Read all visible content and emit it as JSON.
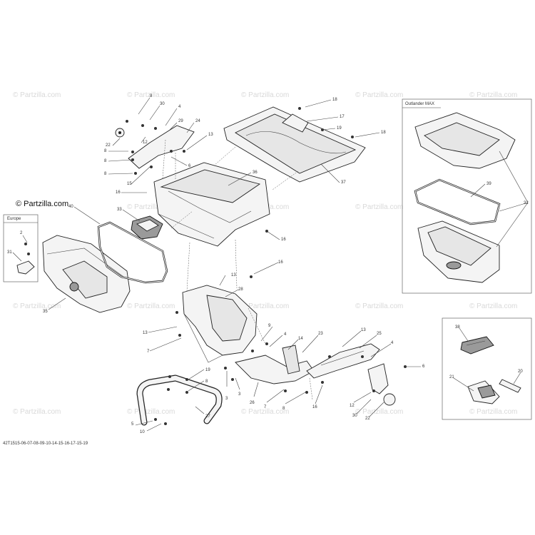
{
  "brand": "© Partzilla.com",
  "watermark": "© Partzilla.com",
  "diagram_code": "42T1515-06-07-08-09-10-14-15-16-17-15-19",
  "box_labels": {
    "europe": "Europe",
    "outlander_max": "Outlander MAX"
  },
  "callouts": [
    {
      "id": "c8a",
      "text": "8"
    },
    {
      "id": "c30a",
      "text": "30"
    },
    {
      "id": "c4a",
      "text": "4"
    },
    {
      "id": "c29",
      "text": "29"
    },
    {
      "id": "c24",
      "text": "24"
    },
    {
      "id": "c22a",
      "text": "22"
    },
    {
      "id": "c12a",
      "text": "12"
    },
    {
      "id": "c8b",
      "text": "8"
    },
    {
      "id": "c8c",
      "text": "8"
    },
    {
      "id": "c8d",
      "text": "8"
    },
    {
      "id": "c13a",
      "text": "13"
    },
    {
      "id": "c6a",
      "text": "6"
    },
    {
      "id": "c15a",
      "text": "15"
    },
    {
      "id": "c16a",
      "text": "16"
    },
    {
      "id": "c40",
      "text": "40"
    },
    {
      "id": "c33",
      "text": "33"
    },
    {
      "id": "c36",
      "text": "36"
    },
    {
      "id": "c18a",
      "text": "18"
    },
    {
      "id": "c17",
      "text": "17"
    },
    {
      "id": "c19a",
      "text": "19"
    },
    {
      "id": "c18b",
      "text": "18"
    },
    {
      "id": "c37",
      "text": "37"
    },
    {
      "id": "c39",
      "text": "39"
    },
    {
      "id": "c32",
      "text": "32"
    },
    {
      "id": "c16b",
      "text": "16"
    },
    {
      "id": "c16c",
      "text": "16"
    },
    {
      "id": "c2",
      "text": "2"
    },
    {
      "id": "c31",
      "text": "31"
    },
    {
      "id": "c35",
      "text": "35"
    },
    {
      "id": "c13b",
      "text": "13"
    },
    {
      "id": "c28",
      "text": "28"
    },
    {
      "id": "c13c",
      "text": "13"
    },
    {
      "id": "c9",
      "text": "9"
    },
    {
      "id": "c7a",
      "text": "7"
    },
    {
      "id": "c4b",
      "text": "4"
    },
    {
      "id": "c14",
      "text": "14"
    },
    {
      "id": "c23",
      "text": "23"
    },
    {
      "id": "c13d",
      "text": "13"
    },
    {
      "id": "c25",
      "text": "25"
    },
    {
      "id": "c4c",
      "text": "4"
    },
    {
      "id": "c6b",
      "text": "6"
    },
    {
      "id": "c38",
      "text": "38"
    },
    {
      "id": "c19b",
      "text": "19"
    },
    {
      "id": "c8e",
      "text": "8"
    },
    {
      "id": "c3a",
      "text": "3"
    },
    {
      "id": "c3b",
      "text": "3"
    },
    {
      "id": "c26",
      "text": "26"
    },
    {
      "id": "c7b",
      "text": "7"
    },
    {
      "id": "c8f",
      "text": "8"
    },
    {
      "id": "c16d",
      "text": "16"
    },
    {
      "id": "c12b",
      "text": "12"
    },
    {
      "id": "c30b",
      "text": "30"
    },
    {
      "id": "c22b",
      "text": "22"
    },
    {
      "id": "c27",
      "text": "27"
    },
    {
      "id": "c5",
      "text": "5"
    },
    {
      "id": "c10",
      "text": "10"
    },
    {
      "id": "c21",
      "text": "21"
    },
    {
      "id": "c20",
      "text": "20"
    }
  ]
}
